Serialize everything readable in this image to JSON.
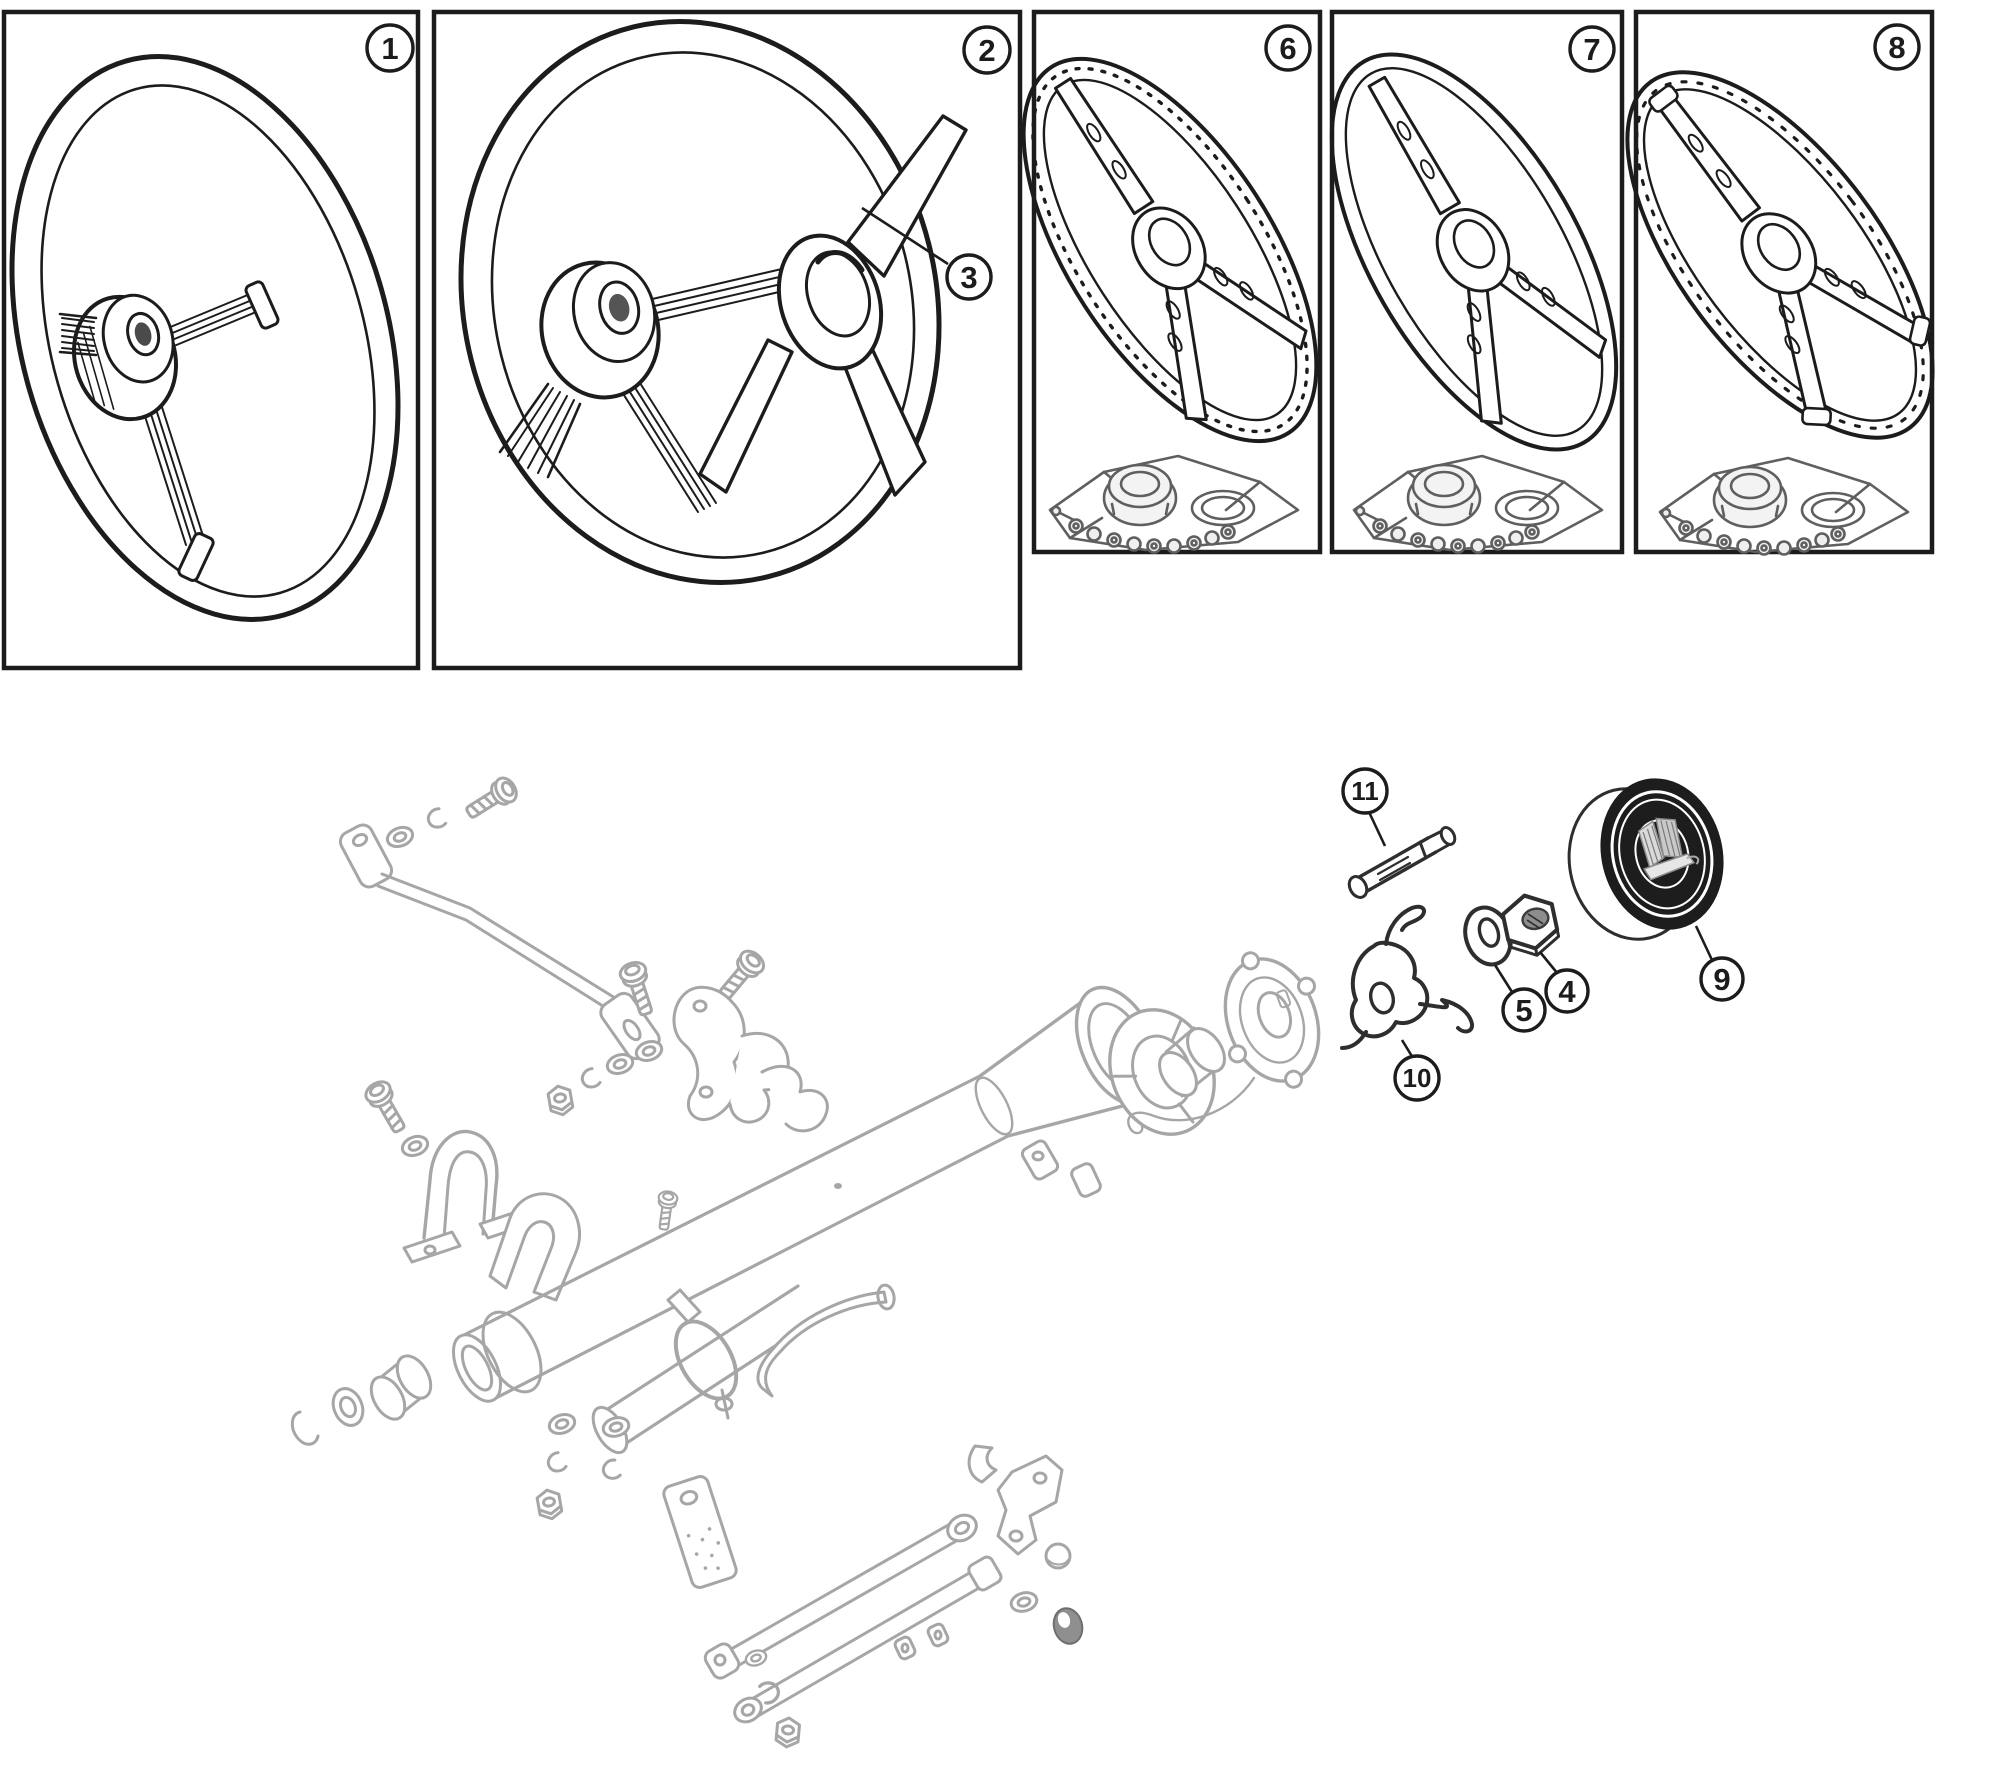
{
  "figure": {
    "type": "exploded-parts-diagram",
    "subject": "Steering wheels and steering column assembly",
    "background_color": "#ffffff",
    "line_color": "#1c1c1c",
    "hardware_line_color": "#a6a6a6",
    "highlight_part_color": "#2e2e2e",
    "kit_cloth_fill": "#e6e6e6",
    "horn_button_fill": "#1d1d1d"
  },
  "panels": [
    {
      "id": "panel-1",
      "number": "1",
      "content": "two-spoke banjo steering wheel with splined hub"
    },
    {
      "id": "panel-2",
      "number": "2",
      "content": "four-spoke steering wheel with three-arm spinner horn push"
    },
    {
      "id": "panel-6",
      "number": "6",
      "content": "three-spoke drilled sports steering wheel with boss fitting kit"
    },
    {
      "id": "panel-7",
      "number": "7",
      "content": "three-spoke alloy sports steering wheel with boss fitting kit"
    },
    {
      "id": "panel-8",
      "number": "8",
      "content": "three-spoke wood-rim steering wheel with boss fitting kit"
    }
  ],
  "callouts": {
    "c1": {
      "label": "1",
      "points_to": "banjo-steering-wheel"
    },
    "c2": {
      "label": "2",
      "points_to": "spinner-steering-wheel"
    },
    "c3": {
      "label": "3",
      "points_to": "three-arm-spinner"
    },
    "c4": {
      "label": "4",
      "points_to": "column-hex-nut"
    },
    "c5": {
      "label": "5",
      "points_to": "column-lock-washer"
    },
    "c6": {
      "label": "6",
      "points_to": "sports-wheel-kit-a"
    },
    "c7": {
      "label": "7",
      "points_to": "sports-wheel-kit-b"
    },
    "c8": {
      "label": "8",
      "points_to": "sports-wheel-kit-c"
    },
    "c9": {
      "label": "9",
      "points_to": "horn-push-button"
    },
    "c10": {
      "label": "10",
      "points_to": "horn-contact-assembly"
    },
    "c11": {
      "label": "11",
      "points_to": "column-pivot-pin"
    }
  },
  "column_assembly_parts": [
    "support-stay-rod",
    "stay-rod-bolt",
    "plain-washer",
    "e-clip",
    "mounting-bracket-plates",
    "saddle-clamp-strap",
    "u-bush-clamp",
    "outer-column-tube",
    "upper-column-housing",
    "upper-bearing-ring",
    "spacer-bush-cylinder",
    "horn-slip-ring-plate-with-wire",
    "lower-shaft-with-clamp",
    "felt-bushes",
    "packing-plate",
    "support-straps",
    "angle-brackets",
    "rubber-grommet",
    "fixing-nuts-washers-clips"
  ]
}
